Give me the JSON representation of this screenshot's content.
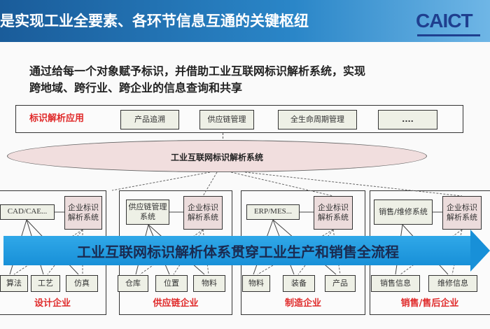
{
  "header": {
    "title": "是实现工业全要素、各环节信息互通的关键枢纽",
    "logo": "CAICT"
  },
  "subtitle": [
    "通过给每一个对象赋予标识，并借助工业互联网标识解析系统，实现",
    "跨地域、跨行业、跨企业的信息查询和共享"
  ],
  "applications": {
    "label": "标识解析应用",
    "items": [
      "产品追溯",
      "供应链管理",
      "全生命周期管理",
      "...."
    ]
  },
  "cloud": {
    "label": "工业互联网标识解析系统"
  },
  "arrow": {
    "label": "工业互联网标识解析体系贯穿工业生产和销售全流程"
  },
  "enterprises": [
    {
      "name": "设计企业",
      "system": "CAD/CAE...",
      "resolver": "企业标识解析系统",
      "items": [
        "算法",
        "工艺",
        "仿真"
      ]
    },
    {
      "name": "供应链企业",
      "system": "供应链管理系统",
      "resolver": "企业标识解析系统",
      "items": [
        "仓库",
        "位置",
        "物料"
      ]
    },
    {
      "name": "制造企业",
      "system": "ERP/MES...",
      "resolver": "企业标识解析系统",
      "items": [
        "物料",
        "装备",
        "产品"
      ]
    },
    {
      "name": "销售/售后企业",
      "system": "销售/维修系统",
      "resolver": "企业标识解析系统",
      "items": [
        "销售信息",
        "维修信息"
      ]
    }
  ],
  "colors": {
    "header": "#2a86c8",
    "arrow": "#1890d8",
    "label_red": "#e02a2a",
    "resolver_bg": "#ecdcdc"
  }
}
